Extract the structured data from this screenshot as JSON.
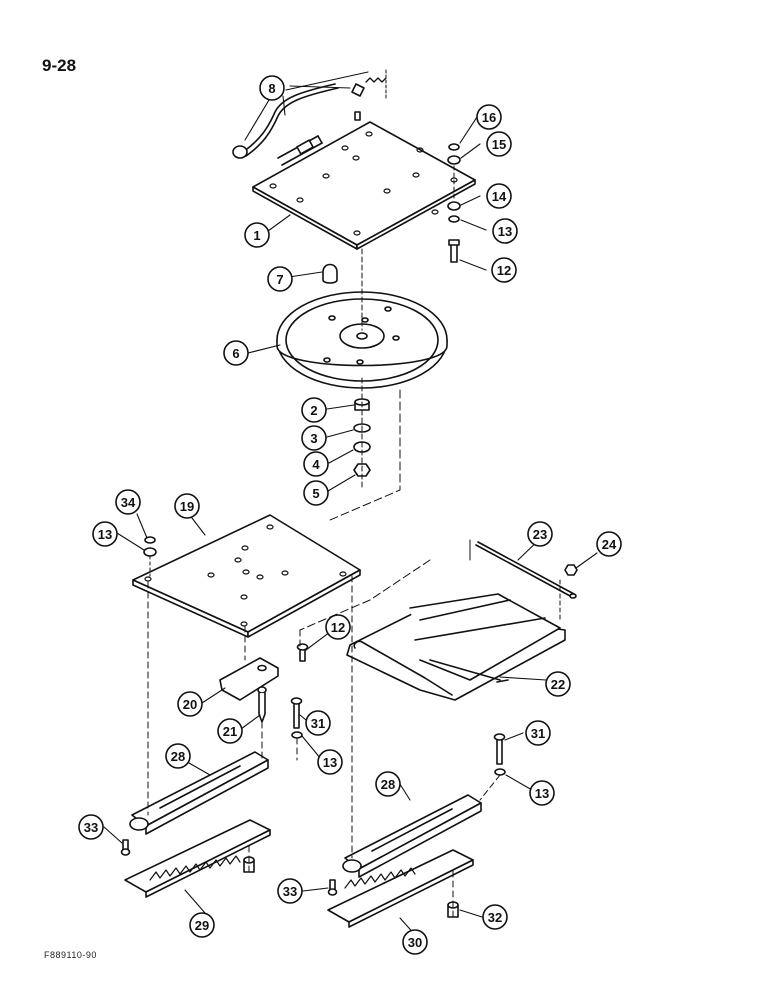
{
  "page": {
    "number": "9-28",
    "figure_code": "F889110-90"
  },
  "callouts": [
    {
      "key": "c8",
      "label": "8"
    },
    {
      "key": "c16",
      "label": "16"
    },
    {
      "key": "c15",
      "label": "15"
    },
    {
      "key": "c14",
      "label": "14"
    },
    {
      "key": "c13a",
      "label": "13"
    },
    {
      "key": "c12a",
      "label": "12"
    },
    {
      "key": "c1",
      "label": "1"
    },
    {
      "key": "c7",
      "label": "7"
    },
    {
      "key": "c6",
      "label": "6"
    },
    {
      "key": "c2",
      "label": "2"
    },
    {
      "key": "c3",
      "label": "3"
    },
    {
      "key": "c4",
      "label": "4"
    },
    {
      "key": "c5",
      "label": "5"
    },
    {
      "key": "c34",
      "label": "34"
    },
    {
      "key": "c19",
      "label": "19"
    },
    {
      "key": "c13b",
      "label": "13"
    },
    {
      "key": "c23",
      "label": "23"
    },
    {
      "key": "c24",
      "label": "24"
    },
    {
      "key": "c12b",
      "label": "12"
    },
    {
      "key": "c22",
      "label": "22"
    },
    {
      "key": "c20",
      "label": "20"
    },
    {
      "key": "c21",
      "label": "21"
    },
    {
      "key": "c31a",
      "label": "31"
    },
    {
      "key": "c13c",
      "label": "13"
    },
    {
      "key": "c28a",
      "label": "28"
    },
    {
      "key": "c31b",
      "label": "31"
    },
    {
      "key": "c13d",
      "label": "13"
    },
    {
      "key": "c28b",
      "label": "28"
    },
    {
      "key": "c33a",
      "label": "33"
    },
    {
      "key": "c29",
      "label": "29"
    },
    {
      "key": "c33b",
      "label": "33"
    },
    {
      "key": "c32",
      "label": "32"
    },
    {
      "key": "c30",
      "label": "30"
    }
  ]
}
